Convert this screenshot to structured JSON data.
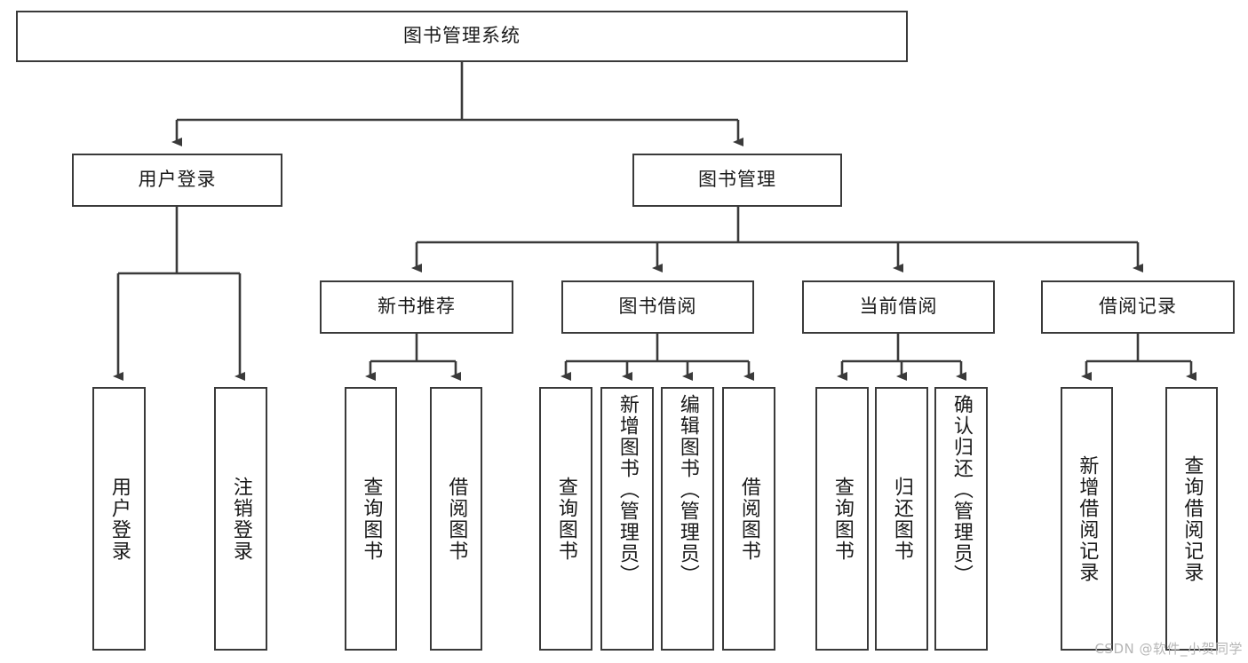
{
  "diagram": {
    "title": "图书管理系统",
    "type": "tree-hierarchy",
    "colors": {
      "background": "#ffffff",
      "node_border": "#3a3a3a",
      "node_fill": "#ffffff",
      "edge": "#3a3a3a",
      "text": "#1a1a1a",
      "watermark": "#b6b6b6"
    },
    "root": {
      "label": "图书管理系统"
    },
    "level1": [
      {
        "label": "用户登录"
      },
      {
        "label": "图书管理"
      }
    ],
    "level2": [
      {
        "label": "新书推荐"
      },
      {
        "label": "图书借阅"
      },
      {
        "label": "当前借阅"
      },
      {
        "label": "借阅记录"
      }
    ],
    "leaves": {
      "user_login": [
        {
          "label": "用户登录"
        },
        {
          "label": "注销登录"
        }
      ],
      "new_book_recommend": [
        {
          "label": "查询图书"
        },
        {
          "label": "借阅图书"
        }
      ],
      "book_borrow": [
        {
          "label": "查询图书"
        },
        {
          "label": "新增图书（管理员）"
        },
        {
          "label": "编辑图书（管理员）"
        },
        {
          "label": "借阅图书"
        }
      ],
      "current_borrow": [
        {
          "label": "查询图书"
        },
        {
          "label": "归还图书"
        },
        {
          "label": "确认归还（管理员）"
        }
      ],
      "borrow_record": [
        {
          "label": "新增借阅记录"
        },
        {
          "label": "查询借阅记录"
        }
      ]
    }
  },
  "watermark": {
    "text": "CSDN @软件_小贺同学"
  }
}
